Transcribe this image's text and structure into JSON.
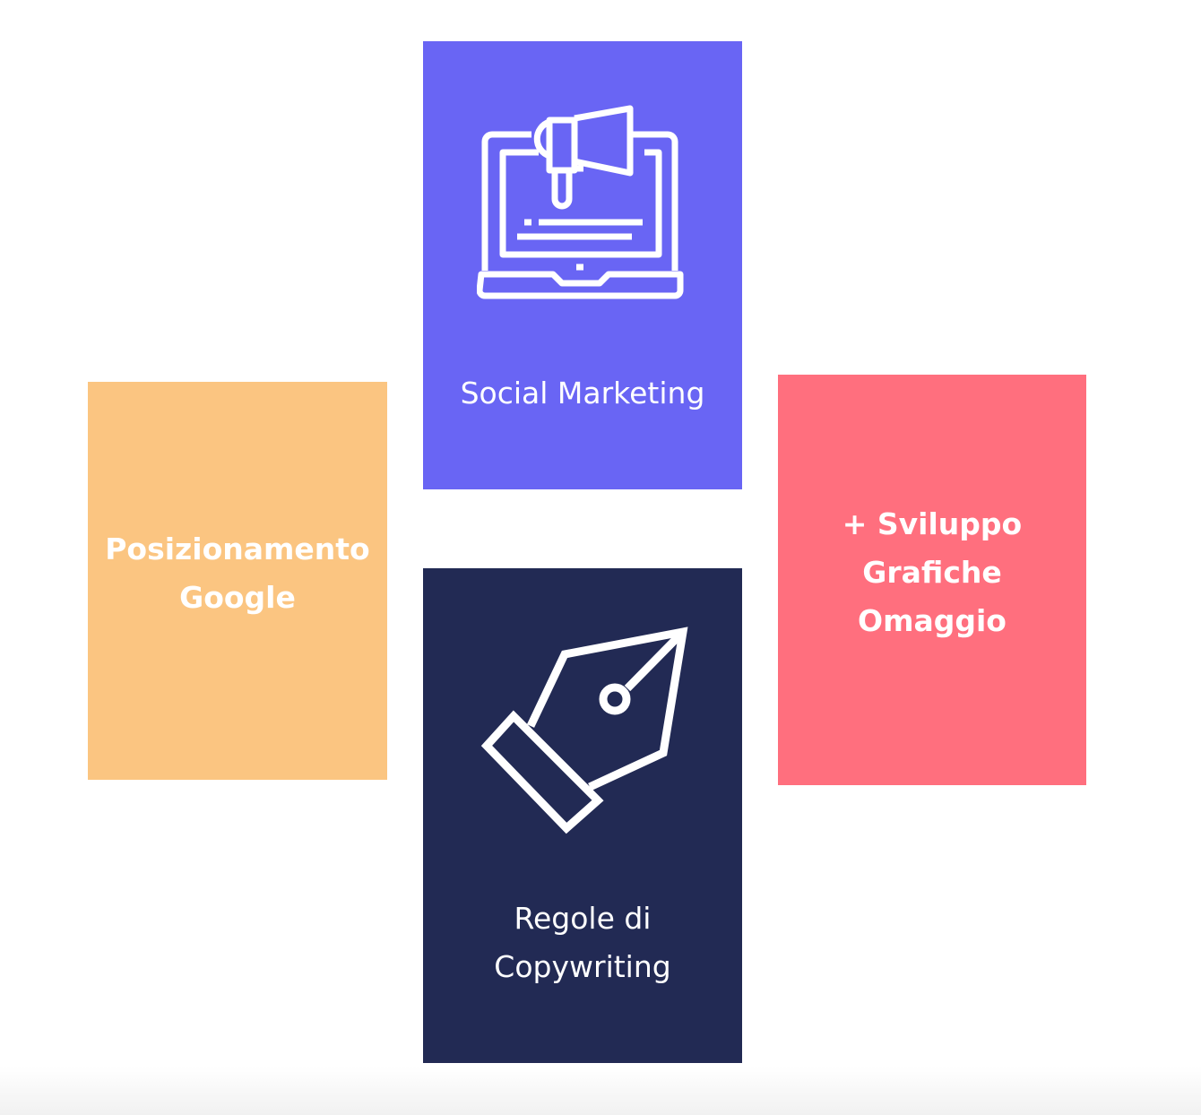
{
  "cards": [
    {
      "id": "social",
      "title": "Social Marketing",
      "icon": "laptop-megaphone-icon",
      "color": "#6965f4"
    },
    {
      "id": "posizionamento",
      "title_lines": [
        "Posizionamento",
        "Google"
      ],
      "color": "#fbc581"
    },
    {
      "id": "sviluppo",
      "title_lines": [
        "+ Sviluppo",
        "Grafiche",
        "Omaggio"
      ],
      "color": "#ff6f7e"
    },
    {
      "id": "regole",
      "title_lines": [
        "Regole di",
        "Copywriting"
      ],
      "icon": "pen-nib-icon",
      "color": "#222a54"
    }
  ]
}
